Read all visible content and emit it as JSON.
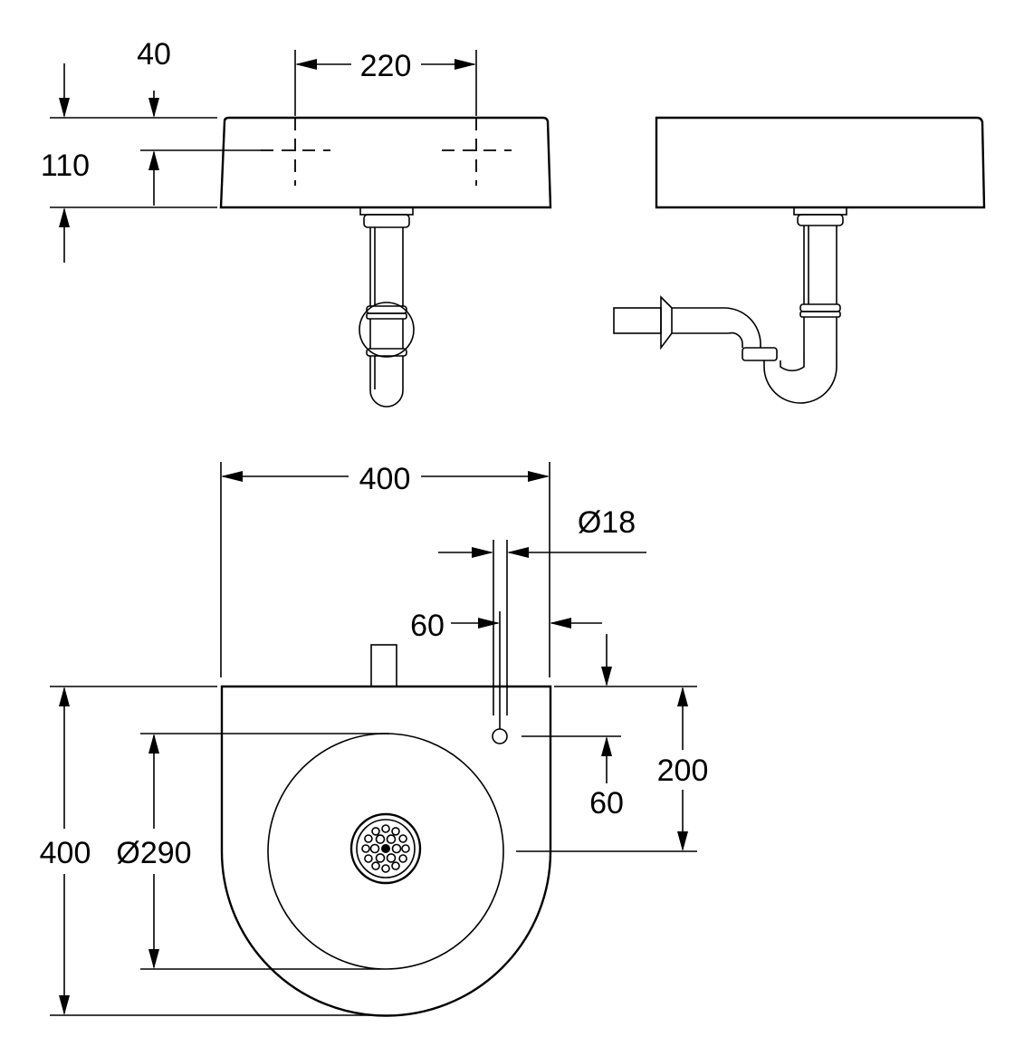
{
  "dimensions": {
    "front_top_offset": "40",
    "front_height": "110",
    "tap_hole_spacing": "220",
    "top_width": "400",
    "tap_hole_diameter": "Ø18",
    "tap_hole_edge_offset": "60",
    "tap_hole_back_offset": "60",
    "bowl_center_depth": "200",
    "top_depth": "400",
    "bowl_diameter": "Ø290"
  },
  "colors": {
    "line": "#000000",
    "background": "#ffffff"
  }
}
